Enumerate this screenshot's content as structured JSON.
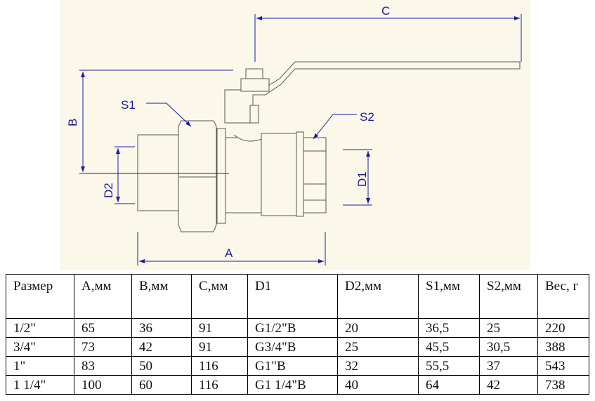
{
  "drawing": {
    "labels": {
      "A": "A",
      "B": "B",
      "C": "C",
      "D1": "D1",
      "D2": "D2",
      "S1": "S1",
      "S2": "S2"
    }
  },
  "table": {
    "headers": [
      "Размер",
      "A,мм",
      "B,мм",
      "C,мм",
      "D1",
      "D2,мм",
      "S1,мм",
      "S2,мм",
      "Вес, г"
    ],
    "rows": [
      [
        "1/2\"",
        "65",
        "36",
        "91",
        "G1/2\"B",
        "20",
        "36,5",
        "25",
        "220"
      ],
      [
        "3/4\"",
        "73",
        "42",
        "91",
        "G3/4\"B",
        "25",
        "45,5",
        "30,5",
        "388"
      ],
      [
        "1\"",
        "83",
        "50",
        "116",
        "G1\"B",
        "32",
        "55,5",
        "37",
        "543"
      ],
      [
        "1 1/4\"",
        "100",
        "60",
        "116",
        "G1 1/4\"B",
        "40",
        "64",
        "42",
        "738"
      ]
    ]
  }
}
